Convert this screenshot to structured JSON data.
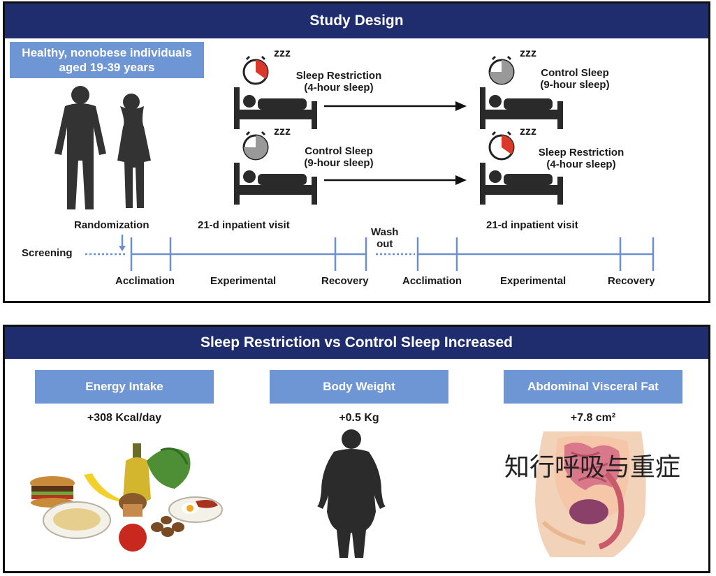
{
  "study_design": {
    "title": "Study Design",
    "population": "Healthy, nonobese individuals aged 19-39 years",
    "arms": [
      {
        "label_line1": "Sleep Restriction",
        "label_line2": "(4-hour sleep)"
      },
      {
        "label_line1": "Control Sleep",
        "label_line2": "(9-hour sleep)"
      },
      {
        "label_line1": "Control Sleep",
        "label_line2": "(9-hour sleep)"
      },
      {
        "label_line1": "Sleep Restriction",
        "label_line2": "(4-hour sleep)"
      }
    ],
    "sleep_sound": "zzz",
    "randomization": "Randomization",
    "visit_1": "21-d inpatient visit",
    "visit_2": "21-d inpatient visit",
    "washout_line1": "Wash",
    "washout_line2": "out",
    "screening": "Screening",
    "phases": [
      "Acclimation",
      "Experimental",
      "Recovery",
      "Acclimation",
      "Experimental",
      "Recovery"
    ]
  },
  "results": {
    "title": "Sleep Restriction vs Control Sleep Increased",
    "metrics": [
      {
        "label": "Energy Intake",
        "value": "+308 Kcal/day",
        "icon": "food-icon"
      },
      {
        "label": "Body Weight",
        "value": "+0.5 Kg",
        "icon": "body-silhouette-icon"
      },
      {
        "label": "Abdominal Visceral Fat",
        "value": "+7.8 cm²",
        "icon": "abdomen-anatomy-icon"
      }
    ]
  },
  "watermark": "知行呼吸与重症",
  "colors": {
    "navy": "#1f2d6e",
    "box_blue": "#6f96d4",
    "timeline_blue": "#6b8fd0",
    "alarm_red": "#d8392b"
  }
}
